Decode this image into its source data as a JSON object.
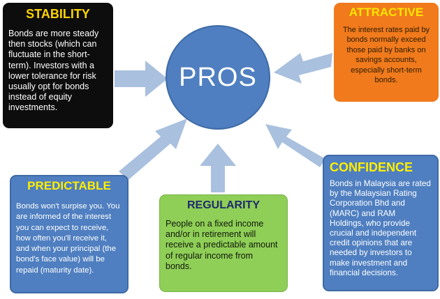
{
  "center": {
    "label": "PROS"
  },
  "boxes": {
    "stability": {
      "title": "STABILITY",
      "body": "Bonds are more steady then stocks (which can fluctuate in the short-term). Investors with a lower tolerance for risk usually opt for bonds instead of equity investments."
    },
    "attractive": {
      "title": "ATTRACTIVE",
      "body": "The interest rates paid by bonds normally exceed those paid by banks on savings accounts, especially short-term bonds."
    },
    "confidence": {
      "title": "CONFIDENCE",
      "body": "Bonds in Malaysia are rated by the Malaysian Rating Corporation Bhd and  (MARC) and RAM Holdings, who provide crucial and independent credit opinions that are needed by investors to make investment and financial decisions."
    },
    "regularity": {
      "title": "REGULARITY",
      "body": "People on a fixed income and/or in retirement will receive a predictable amount of regular income from bonds."
    },
    "predictable": {
      "title": "PREDICTABLE",
      "body": "Bonds won't surpise you. You are informed of the interest you can expect to receive, how often you'll receive it, and when your principal (the bond's face value) will be repaid (maturity date)."
    }
  },
  "colors": {
    "hub": "#4f7fc0",
    "arrow": "#a9c0de",
    "stability_bg": "#0d0d0d",
    "stability_title": "#ffd400",
    "attractive_bg": "#f07a1c",
    "attractive_title": "#ffe600",
    "confidence_bg": "#4f7fc0",
    "regularity_bg": "#8fce57",
    "regularity_title": "#1f2a6e",
    "predictable_bg": "#4f7fc0",
    "title_yellow": "#ffee00"
  }
}
